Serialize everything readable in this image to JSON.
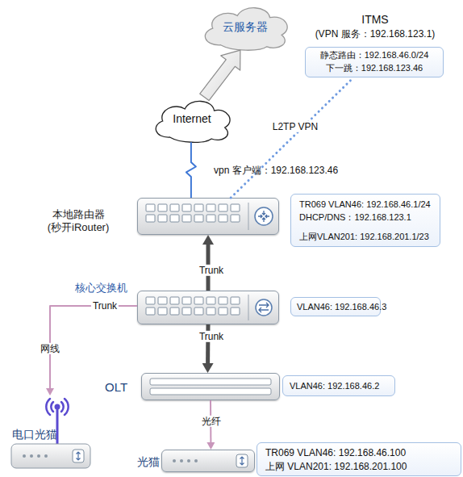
{
  "diagram": {
    "nodes": [
      {
        "text": [
          "云服务器"
        ]
      },
      {
        "text": [
          "ITMS",
          "(VPN 服务：192.168.123.1)",
          "静态路由：192.168.46.0/24",
          "下一跳：192.168.123.46"
        ]
      },
      {
        "text": [
          "Internet"
        ]
      },
      {
        "text": [
          "本地路由器 (秒开iRouter)"
        ]
      },
      {
        "text": [
          "TR069 VLAN46: 192.168.46.1/24",
          "DHCP/DNS：192.168.123.1",
          "上网VLAN201: 192.168.201.1/23"
        ]
      },
      {
        "text": [
          "核心交换机"
        ]
      },
      {
        "text": [
          "VLAN46: 192.168.46.3"
        ]
      },
      {
        "text": [
          "电口光猫"
        ]
      },
      {
        "text": [
          "OLT"
        ]
      },
      {
        "text": [
          "VLAN46: 192.168.46.2"
        ]
      },
      {
        "text": [
          "光猫"
        ]
      },
      {
        "text": [
          "TR069 VLAN46: 192.168.46.100",
          "上网 VLAN201: 192.168.201.100"
        ]
      }
    ],
    "edges": [
      {
        "from": 2,
        "to": 0,
        "arrow": "to"
      },
      {
        "from": 3,
        "to": 2,
        "arrow": "none"
      },
      {
        "from": 3,
        "to": 1,
        "arrow": "none",
        "label": "L2TP VPN"
      },
      {
        "from": 5,
        "to": 3,
        "arrow": "to",
        "label": "Trunk"
      },
      {
        "from": 5,
        "to": 8,
        "arrow": "to",
        "label": "Trunk"
      },
      {
        "from": 5,
        "to": 7,
        "arrow": "to",
        "label": "Trunk"
      },
      {
        "from": 8,
        "to": 10,
        "arrow": "to",
        "label": "光纤"
      }
    ],
    "labels": [
      "vpn 客户端：192.168.123.46",
      "网线"
    ]
  }
}
